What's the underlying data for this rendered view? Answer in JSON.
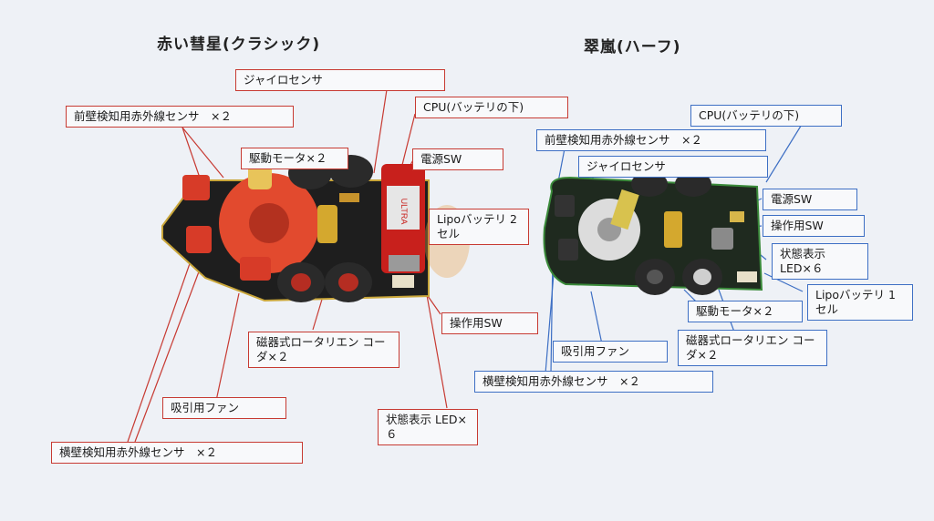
{
  "titles": {
    "classic": "赤い彗星(クラシック)",
    "half": "翠嵐(ハーフ)"
  },
  "classic_labels": {
    "gyro": "ジャイロセンサ",
    "front_ir": "前壁検知用赤外線センサ　×２",
    "cpu": "CPU(バッテリの下)",
    "motor": "駆動モータ×２",
    "power_sw": "電源SW",
    "battery": "Lipoバッテリ 2セル",
    "encoder": "磁器式ロータリエン コーダ×２",
    "op_sw": "操作用SW",
    "fan": "吸引用ファン",
    "status_led": "状態表示 LED×６",
    "side_ir": "横壁検知用赤外線センサ　×２"
  },
  "half_labels": {
    "cpu": "CPU(バッテリの下)",
    "front_ir": "前壁検知用赤外線センサ　×２",
    "gyro": "ジャイロセンサ",
    "power_sw": "電源SW",
    "op_sw": "操作用SW",
    "status_led": "状態表示 LED×６",
    "battery": "Lipoバッテリ 1セル",
    "motor": "駆動モータ×２",
    "fan": "吸引用ファン",
    "encoder": "磁器式ロータリエン コーダ×２",
    "side_ir": "横壁検知用赤外線センサ　×２"
  },
  "battery_print": "ULTRA",
  "colors": {
    "red_frame": "#c73a32",
    "blue_frame": "#3d6fc4",
    "paper": "#eef1f6"
  }
}
